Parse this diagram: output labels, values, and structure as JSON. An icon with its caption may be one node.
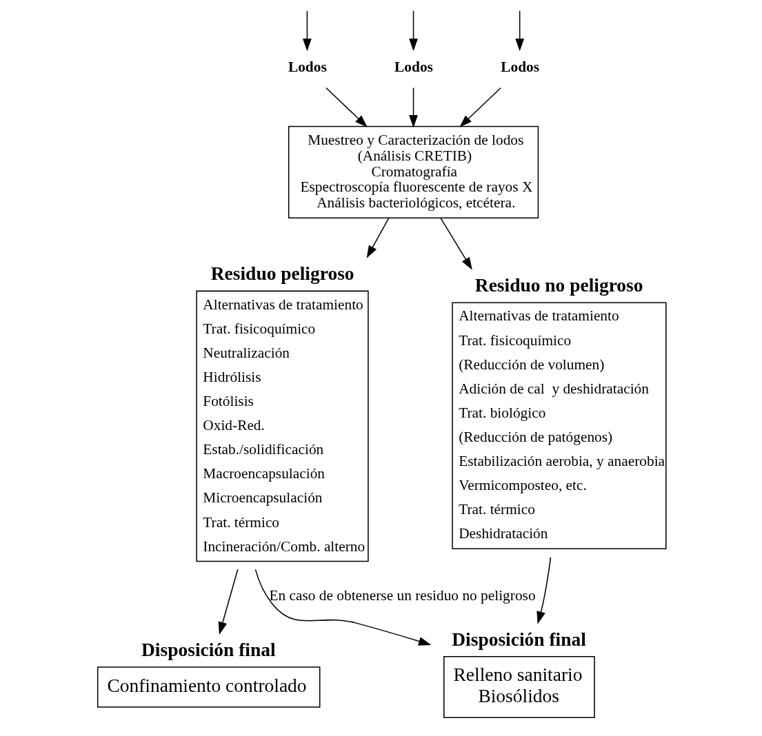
{
  "diagram": {
    "nodes": [
      {
        "text": [
          "Lodos"
        ]
      },
      {
        "text": [
          "Lodos"
        ]
      },
      {
        "text": [
          "Lodos"
        ]
      },
      {
        "text": [
          "Muestreo y Caracterización de lodos",
          "(Análisis CRETIB)",
          "Cromatografía",
          "Espectroscopía fluorescente de rayos X",
          "Análisis bacteriológicos, etcétera."
        ]
      },
      {
        "text": [
          "Residuo peligroso",
          "Alternativas de tratamiento",
          "Trat. fisicoquímico",
          "Neutralización",
          "Hidrólisis",
          "Fotólisis",
          "Oxid-Red.",
          "Estab./solidificación",
          "Macroencapsulación",
          "Microencapsulación",
          "Trat. térmico",
          "Incineración/Comb. alterno"
        ]
      },
      {
        "text": [
          "Residuo no peligroso",
          "Alternativas de tratamiento",
          "Trat. fisicoquímico",
          "(Reducción de volumen)",
          "Adición de cal  y deshidratación",
          "Trat. biológico",
          "(Reducción de patógenos)",
          "Estabilización aerobia, y anaerobia",
          "Vermicomposteo, etc.",
          "Trat. térmico",
          "Deshidratación"
        ]
      },
      {
        "text": [
          "Disposición final",
          "Confinamiento controlado"
        ]
      },
      {
        "text": [
          "Disposición final",
          "Relleno sanitario",
          "Biosólidos"
        ]
      }
    ],
    "edges": [
      {
        "from": null,
        "to": 0,
        "arrow": "to"
      },
      {
        "from": null,
        "to": 1,
        "arrow": "to"
      },
      {
        "from": null,
        "to": 2,
        "arrow": "to"
      },
      {
        "from": 0,
        "to": 3,
        "arrow": "to"
      },
      {
        "from": 1,
        "to": 3,
        "arrow": "to"
      },
      {
        "from": 2,
        "to": 3,
        "arrow": "to"
      },
      {
        "from": 3,
        "to": 4,
        "arrow": "to"
      },
      {
        "from": 3,
        "to": 5,
        "arrow": "to"
      },
      {
        "from": 4,
        "to": 6,
        "arrow": "to"
      },
      {
        "from": 4,
        "to": 7,
        "arrow": "to",
        "label": "En caso de obtenerse un residuo no peligroso"
      },
      {
        "from": 5,
        "to": 7,
        "arrow": "to"
      }
    ]
  }
}
